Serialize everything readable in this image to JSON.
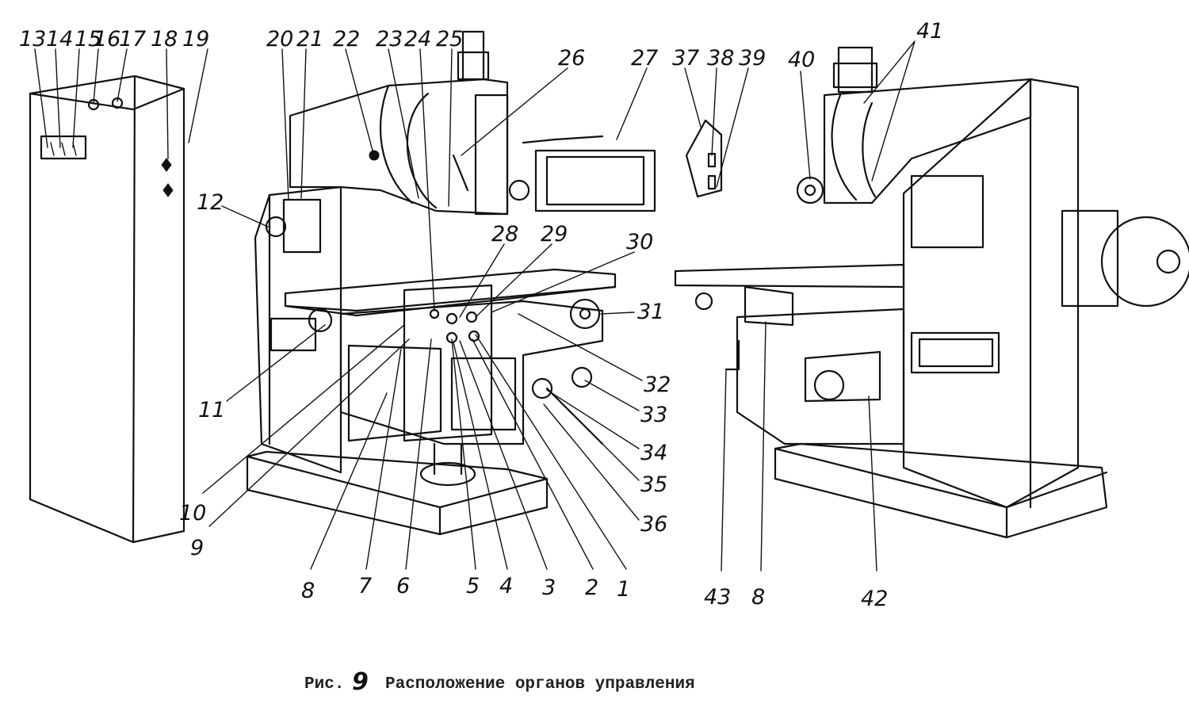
{
  "figure": {
    "caption_prefix": "Рис.",
    "caption_number": "9",
    "caption_text": "Расположение органов управления"
  },
  "callouts": {
    "c1": "1",
    "c2": "2",
    "c3": "3",
    "c4": "4",
    "c5": "5",
    "c6": "6",
    "c7": "7",
    "c8": "8",
    "c9": "9",
    "c10": "10",
    "c11": "11",
    "c12": "12",
    "c13": "13",
    "c14": "14",
    "c15": "15",
    "c16": "16",
    "c17": "17",
    "c18": "18",
    "c19": "19",
    "c20": "20",
    "c21": "21",
    "c22": "22",
    "c23": "23",
    "c24": "24",
    "c25": "25",
    "c26": "26",
    "c27": "27",
    "c28": "28",
    "c29": "29",
    "c30": "30",
    "c31": "31",
    "c32": "32",
    "c33": "33",
    "c34": "34",
    "c35": "35",
    "c36": "36",
    "c37": "37",
    "c38": "38",
    "c39": "39",
    "c40": "40",
    "c41": "41",
    "c42": "42",
    "c43": "43",
    "c8b": "8"
  },
  "colors": {
    "ink": "#111111",
    "paper": "#ffffff"
  }
}
